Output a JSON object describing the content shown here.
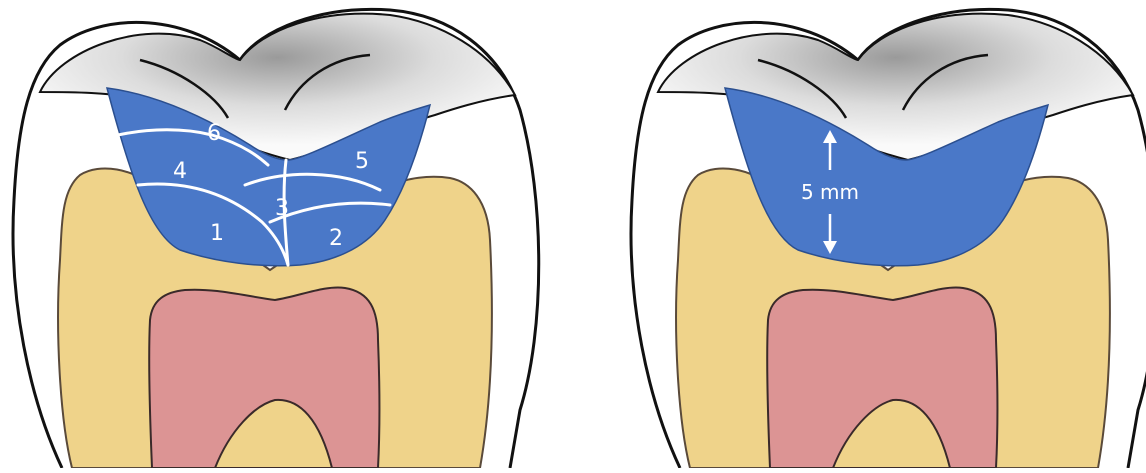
{
  "left_tooth": {
    "increment_labels": [
      "6",
      "4",
      "5",
      "3",
      "1",
      "2"
    ]
  },
  "right_tooth": {
    "depth_label": "5 mm"
  },
  "colors": {
    "composite_blue": "#4a78c8",
    "dentin": "#efd38a",
    "pulp": "#dc9494",
    "enamel_outline": "#111111",
    "increment_lines": "#ffffff"
  }
}
